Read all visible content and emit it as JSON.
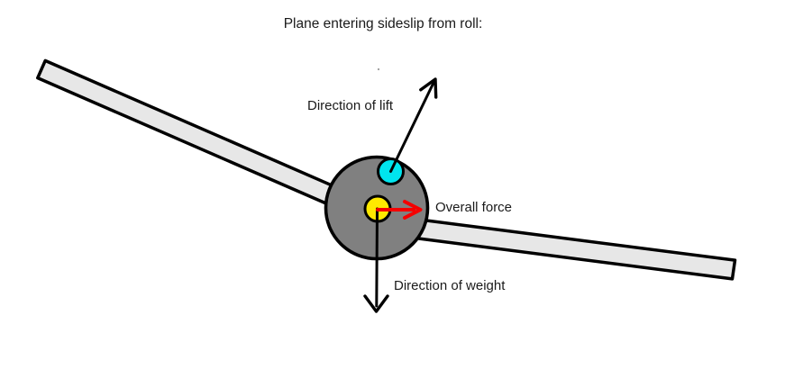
{
  "title": "Plane entering sideslip from roll:",
  "labels": {
    "lift": "Direction of lift",
    "overall_force": "Overall force",
    "weight": "Direction of weight"
  },
  "colors": {
    "background": "#ffffff",
    "outline": "#000000",
    "fuselage_gray": "#808080",
    "wing_gray": "#e7e7e7",
    "lift_marker_cyan": "#00e5ee",
    "weight_marker_yellow": "#ffe900",
    "force_arrow_red": "#f50000",
    "text": "#1a1a1a"
  }
}
